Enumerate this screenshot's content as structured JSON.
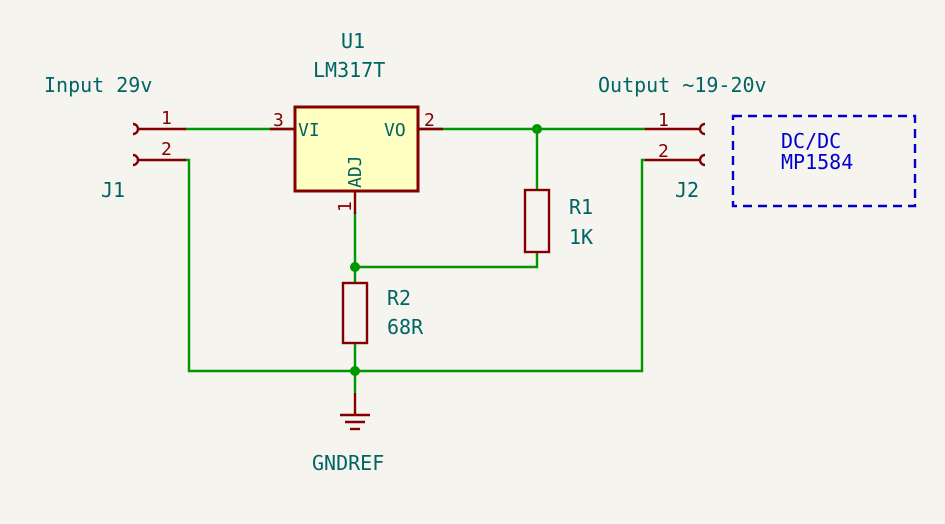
{
  "j1": {
    "label": "Input 29v",
    "ref": "J1",
    "pin1": "1",
    "pin2": "2"
  },
  "j2": {
    "label": "Output ~19-20v",
    "ref": "J2",
    "pin1": "1",
    "pin2": "2"
  },
  "u1": {
    "ref": "U1",
    "value": "LM317T",
    "pin_vi": "VI",
    "pin_vo": "VO",
    "pin_adj": "ADJ",
    "pin_vi_num": "3",
    "pin_vo_num": "2",
    "pin_adj_num": "1"
  },
  "r1": {
    "ref": "R1",
    "value": "1K"
  },
  "r2": {
    "ref": "R2",
    "value": "68R"
  },
  "gnd": {
    "label": "GNDREF"
  },
  "note": {
    "line1": "DC/DC",
    "line2": "MP1584"
  },
  "colors": {
    "wire": "#009600",
    "component": "#840000",
    "fill": "#ffffc2",
    "text": "#006464",
    "note": "#0000c8",
    "background": "#f5f4ef"
  }
}
